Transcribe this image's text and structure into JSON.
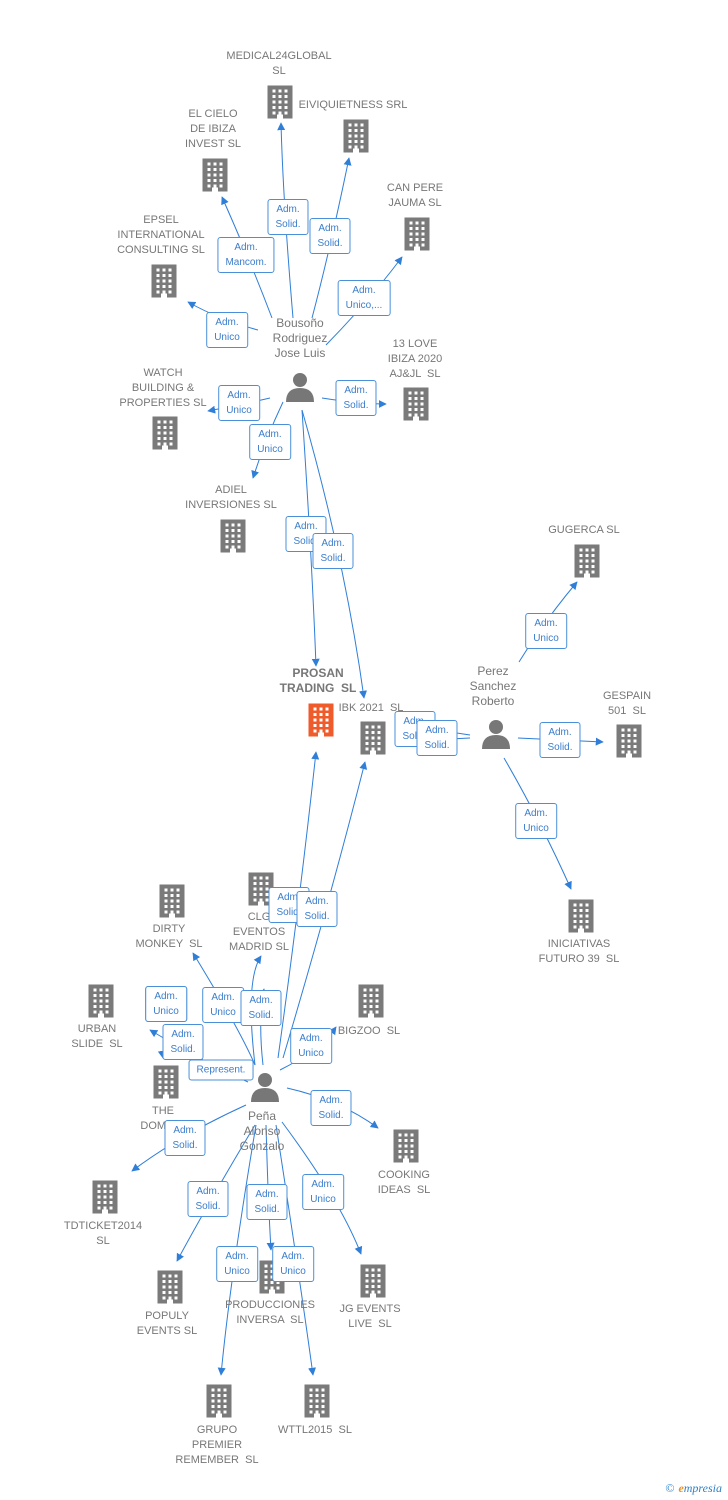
{
  "colors": {
    "edge": "#2f7ed8",
    "building": "#7a7a7a",
    "main_building": "#ef5b2b",
    "person": "#777777",
    "badge_border": "#4a90d9"
  },
  "people": [
    {
      "id": "bousono",
      "label": "Bousoño\nRodriguez\nJose Luis"
    },
    {
      "id": "perez",
      "label": "Perez\nSanchez\nRoberto"
    },
    {
      "id": "pena",
      "label": "Peña\nAlonso\nGonzalo"
    }
  ],
  "companies": [
    {
      "id": "prosan",
      "label": "PROSAN\nTRADING  SL",
      "main": true
    },
    {
      "id": "medical",
      "label": "MEDICAL24GLOBAL\nSL"
    },
    {
      "id": "eiviquiet",
      "label": "EIVIQUIETNESS SRL"
    },
    {
      "id": "cielo",
      "label": "EL CIELO\nDE IBIZA\nINVEST SL"
    },
    {
      "id": "canpere",
      "label": "CAN PERE\nJAUMA SL"
    },
    {
      "id": "epsel",
      "label": "EPSEL\nINTERNATIONAL\nCONSULTING SL"
    },
    {
      "id": "love13",
      "label": "13 LOVE\nIBIZA 2020\nAJ&JL  SL"
    },
    {
      "id": "watch",
      "label": "WATCH\nBUILDING &\nPROPERTIES SL"
    },
    {
      "id": "adiel",
      "label": "ADIEL\nINVERSIONES SL"
    },
    {
      "id": "gugerca",
      "label": "GUGERCA SL"
    },
    {
      "id": "ibk",
      "label": "IBK 2021  SL"
    },
    {
      "id": "gespain",
      "label": "GESPAIN\n501  SL"
    },
    {
      "id": "iniciativas",
      "label": "INICIATIVAS\nFUTURO 39  SL"
    },
    {
      "id": "dirty",
      "label": "DIRTY\nMONKEY  SL"
    },
    {
      "id": "clg",
      "label": "CLG\nEVENTOS\nMADRID SL"
    },
    {
      "id": "urban",
      "label": "URBAN\nSLIDE  SL"
    },
    {
      "id": "bigzoo",
      "label": "BIGZOO  SL"
    },
    {
      "id": "domingo",
      "label": "THE\nDOMING"
    },
    {
      "id": "cooking",
      "label": "COOKING\nIDEAS  SL"
    },
    {
      "id": "tdticket",
      "label": "TDTICKET2014\nSL"
    },
    {
      "id": "populy",
      "label": "POPULY\nEVENTS SL"
    },
    {
      "id": "producciones",
      "label": "PRODUCCIONES\nINVERSA  SL"
    },
    {
      "id": "jgevents",
      "label": "JG EVENTS\nLIVE  SL"
    },
    {
      "id": "grupo",
      "label": "GRUPO\nPREMIER\nREMEMBER  SL"
    },
    {
      "id": "wttl",
      "label": "WTTL2015  SL"
    }
  ],
  "edges": [
    {
      "from": "bousono",
      "to": "medical",
      "label": "Adm.\nSolid."
    },
    {
      "from": "bousono",
      "to": "eiviquiet",
      "label": "Adm.\nSolid."
    },
    {
      "from": "bousono",
      "to": "cielo",
      "label": "Adm.\nMancom."
    },
    {
      "from": "bousono",
      "to": "canpere",
      "label": "Adm.\nUnico,..."
    },
    {
      "from": "bousono",
      "to": "epsel",
      "label": "Adm.\nUnico"
    },
    {
      "from": "bousono",
      "to": "love13",
      "label": "Adm.\nSolid."
    },
    {
      "from": "bousono",
      "to": "watch",
      "label": "Adm.\nUnico"
    },
    {
      "from": "bousono",
      "to": "adiel",
      "label": "Adm.\nUnico"
    },
    {
      "from": "bousono",
      "to": "prosan",
      "label": "Adm.\nSolid."
    },
    {
      "from": "bousono",
      "to": "ibk",
      "label": "Adm.\nSolid."
    },
    {
      "from": "perez",
      "to": "gugerca",
      "label": "Adm.\nUnico"
    },
    {
      "from": "perez",
      "to": "gespain",
      "label": "Adm.\nSolid."
    },
    {
      "from": "perez",
      "to": "iniciativas",
      "label": "Adm.\nUnico"
    },
    {
      "from": "perez",
      "to": "ibk",
      "label": "Adm.\nSolid."
    },
    {
      "from": "perez",
      "to": "ibk",
      "label": "Adm.\nSolid."
    },
    {
      "from": "pena",
      "to": "prosan",
      "label": "Adm.\nSolid."
    },
    {
      "from": "pena",
      "to": "ibk",
      "label": "Adm.\nSolid."
    },
    {
      "from": "pena",
      "to": "dirty",
      "label": "Adm.\nUnico"
    },
    {
      "from": "pena",
      "to": "clg",
      "label": "Adm.\nUnico"
    },
    {
      "from": "pena",
      "to": "clg",
      "label": "Adm.\nSolid."
    },
    {
      "from": "pena",
      "to": "urban",
      "label": "Adm.\nUnico"
    },
    {
      "from": "pena",
      "to": "urban",
      "label": "Adm.\nSolid."
    },
    {
      "from": "pena",
      "to": "urban",
      "label": "Represent."
    },
    {
      "from": "pena",
      "to": "bigzoo",
      "label": "Adm.\nUnico"
    },
    {
      "from": "pena",
      "to": "cooking",
      "label": "Adm.\nSolid."
    },
    {
      "from": "pena",
      "to": "tdticket",
      "label": "Adm.\nSolid."
    },
    {
      "from": "pena",
      "to": "populy",
      "label": "Adm.\nSolid."
    },
    {
      "from": "pena",
      "to": "producciones",
      "label": "Adm.\nSolid."
    },
    {
      "from": "pena",
      "to": "jgevents",
      "label": "Adm.\nUnico"
    },
    {
      "from": "pena",
      "to": "grupo",
      "label": "Adm.\nUnico"
    },
    {
      "from": "pena",
      "to": "wttl",
      "label": "Adm.\nUnico"
    }
  ],
  "footer": {
    "copyright": "©",
    "brand_first": "e",
    "brand_rest": "mpresia"
  }
}
